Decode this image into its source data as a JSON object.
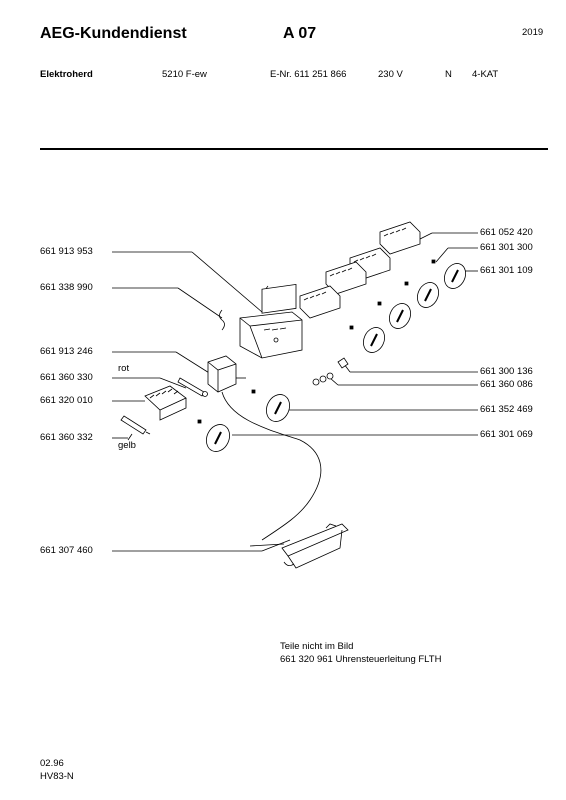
{
  "header": {
    "brand": "AEG-Kundendienst",
    "section": "A 07",
    "year": "2019"
  },
  "model_line": {
    "product": "Elektroherd",
    "model": "5210 F-ew",
    "e_nr": "E-Nr. 611 251 866",
    "voltage": "230 V",
    "n": "N",
    "kat": "4-KAT"
  },
  "parts_left": [
    "661 913 953",
    "661 338 990",
    "661 913 246",
    "661 360 330",
    "661 320 010",
    "661 360 332",
    "661 307 460"
  ],
  "parts_right": [
    "661 052 420",
    "661 301 300",
    "661 301 109",
    "661 300 136",
    "661 360 086",
    "661 352 469",
    "661 301 069"
  ],
  "labels": {
    "rot": "rot",
    "gelb": "gelb"
  },
  "notes": {
    "not_shown": "Teile nicht im Bild",
    "extra_part": "661 320 961 Uhrensteuerleitung FLTH"
  },
  "footer": {
    "date": "02.96",
    "code": "HV83-N"
  }
}
